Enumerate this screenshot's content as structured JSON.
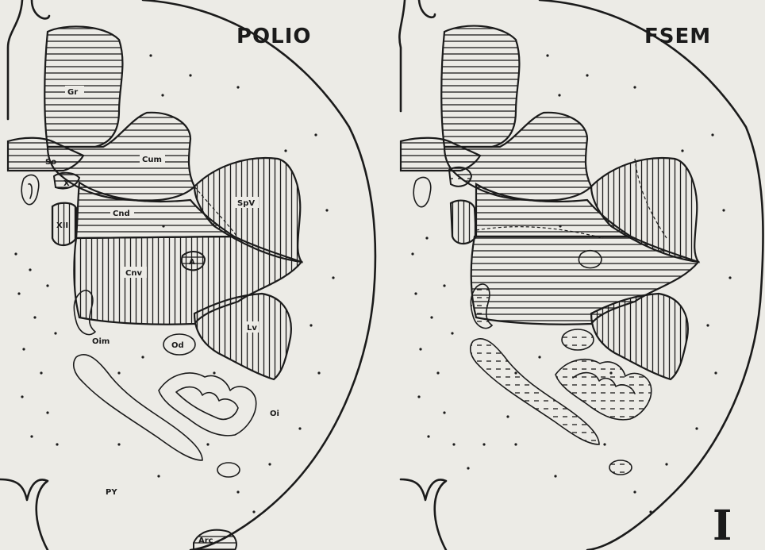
{
  "panels": {
    "left": {
      "title": "POLIO"
    },
    "right": {
      "title": "FSEM"
    }
  },
  "labels": {
    "gr": "Gr",
    "cum": "Cum",
    "so": "So",
    "x": "X",
    "xii": "XII",
    "cnd": "Cnd",
    "spv": "SpV",
    "cnv": "Cnv",
    "a": "A",
    "oim": "Oim",
    "od": "Od",
    "lv": "Lv",
    "oi": "Oi",
    "py": "PY",
    "arc": "Arc"
  },
  "plate_number": "I",
  "colors": {
    "ink": "#1b1b1b",
    "paper": "#ecebe6"
  }
}
